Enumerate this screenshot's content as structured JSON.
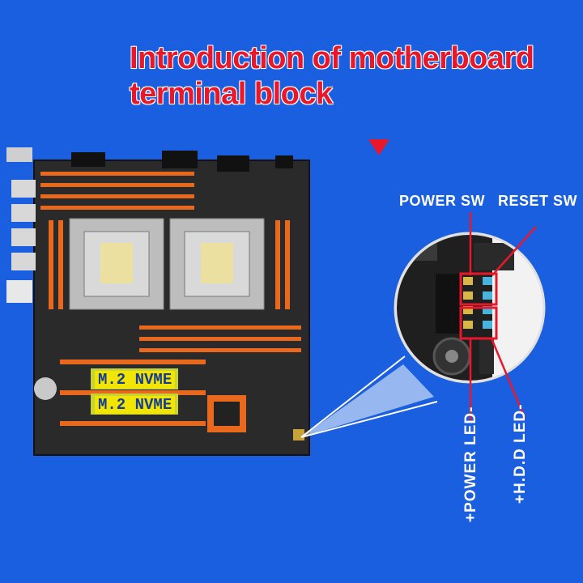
{
  "title": {
    "line1": "Introduction of motherboard",
    "line2": "terminal block"
  },
  "labels": {
    "power_sw": "POWER SW",
    "reset_sw": "RESET SW",
    "power_led": "+POWER LED-",
    "hdd_led": "+H.D.D LED-"
  },
  "m2_slots": [
    "M.2 NVME",
    "M.2 NVME"
  ],
  "colors": {
    "background": "#1a5fe0",
    "title_red": "#e8182a",
    "highlight_red": "#e8182a",
    "slot_orange": "#e8691e",
    "board": "#2b2a2a"
  }
}
